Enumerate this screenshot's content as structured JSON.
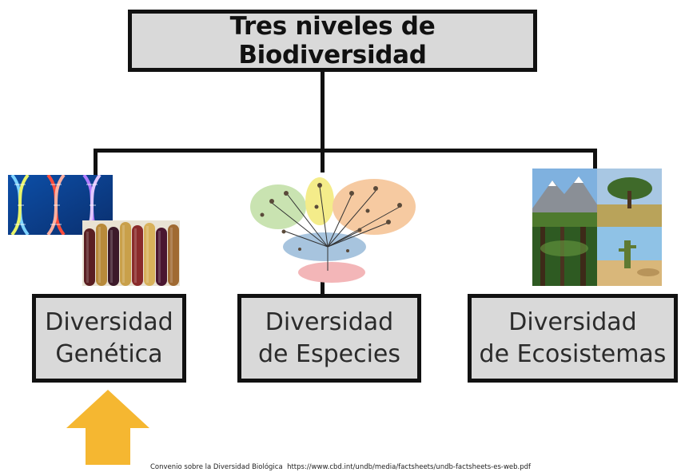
{
  "diagram": {
    "title": "Tres niveles de Biodiversidad",
    "levels": [
      {
        "line1": "Diversidad",
        "line2": "Genética"
      },
      {
        "line1": "Diversidad",
        "line2": "de Especies"
      },
      {
        "line1": "Diversidad",
        "line2": "de Ecosistemas"
      }
    ]
  },
  "footer": {
    "source": "Convenio sobre la Diversidad Biológica",
    "url": "https://www.cbd.int/undb/media/factsheets/undb-factsheets-es-web.pdf"
  },
  "colors": {
    "box_fill": "#d9d9d9",
    "line": "#111111",
    "arrow": "#f5b731"
  }
}
